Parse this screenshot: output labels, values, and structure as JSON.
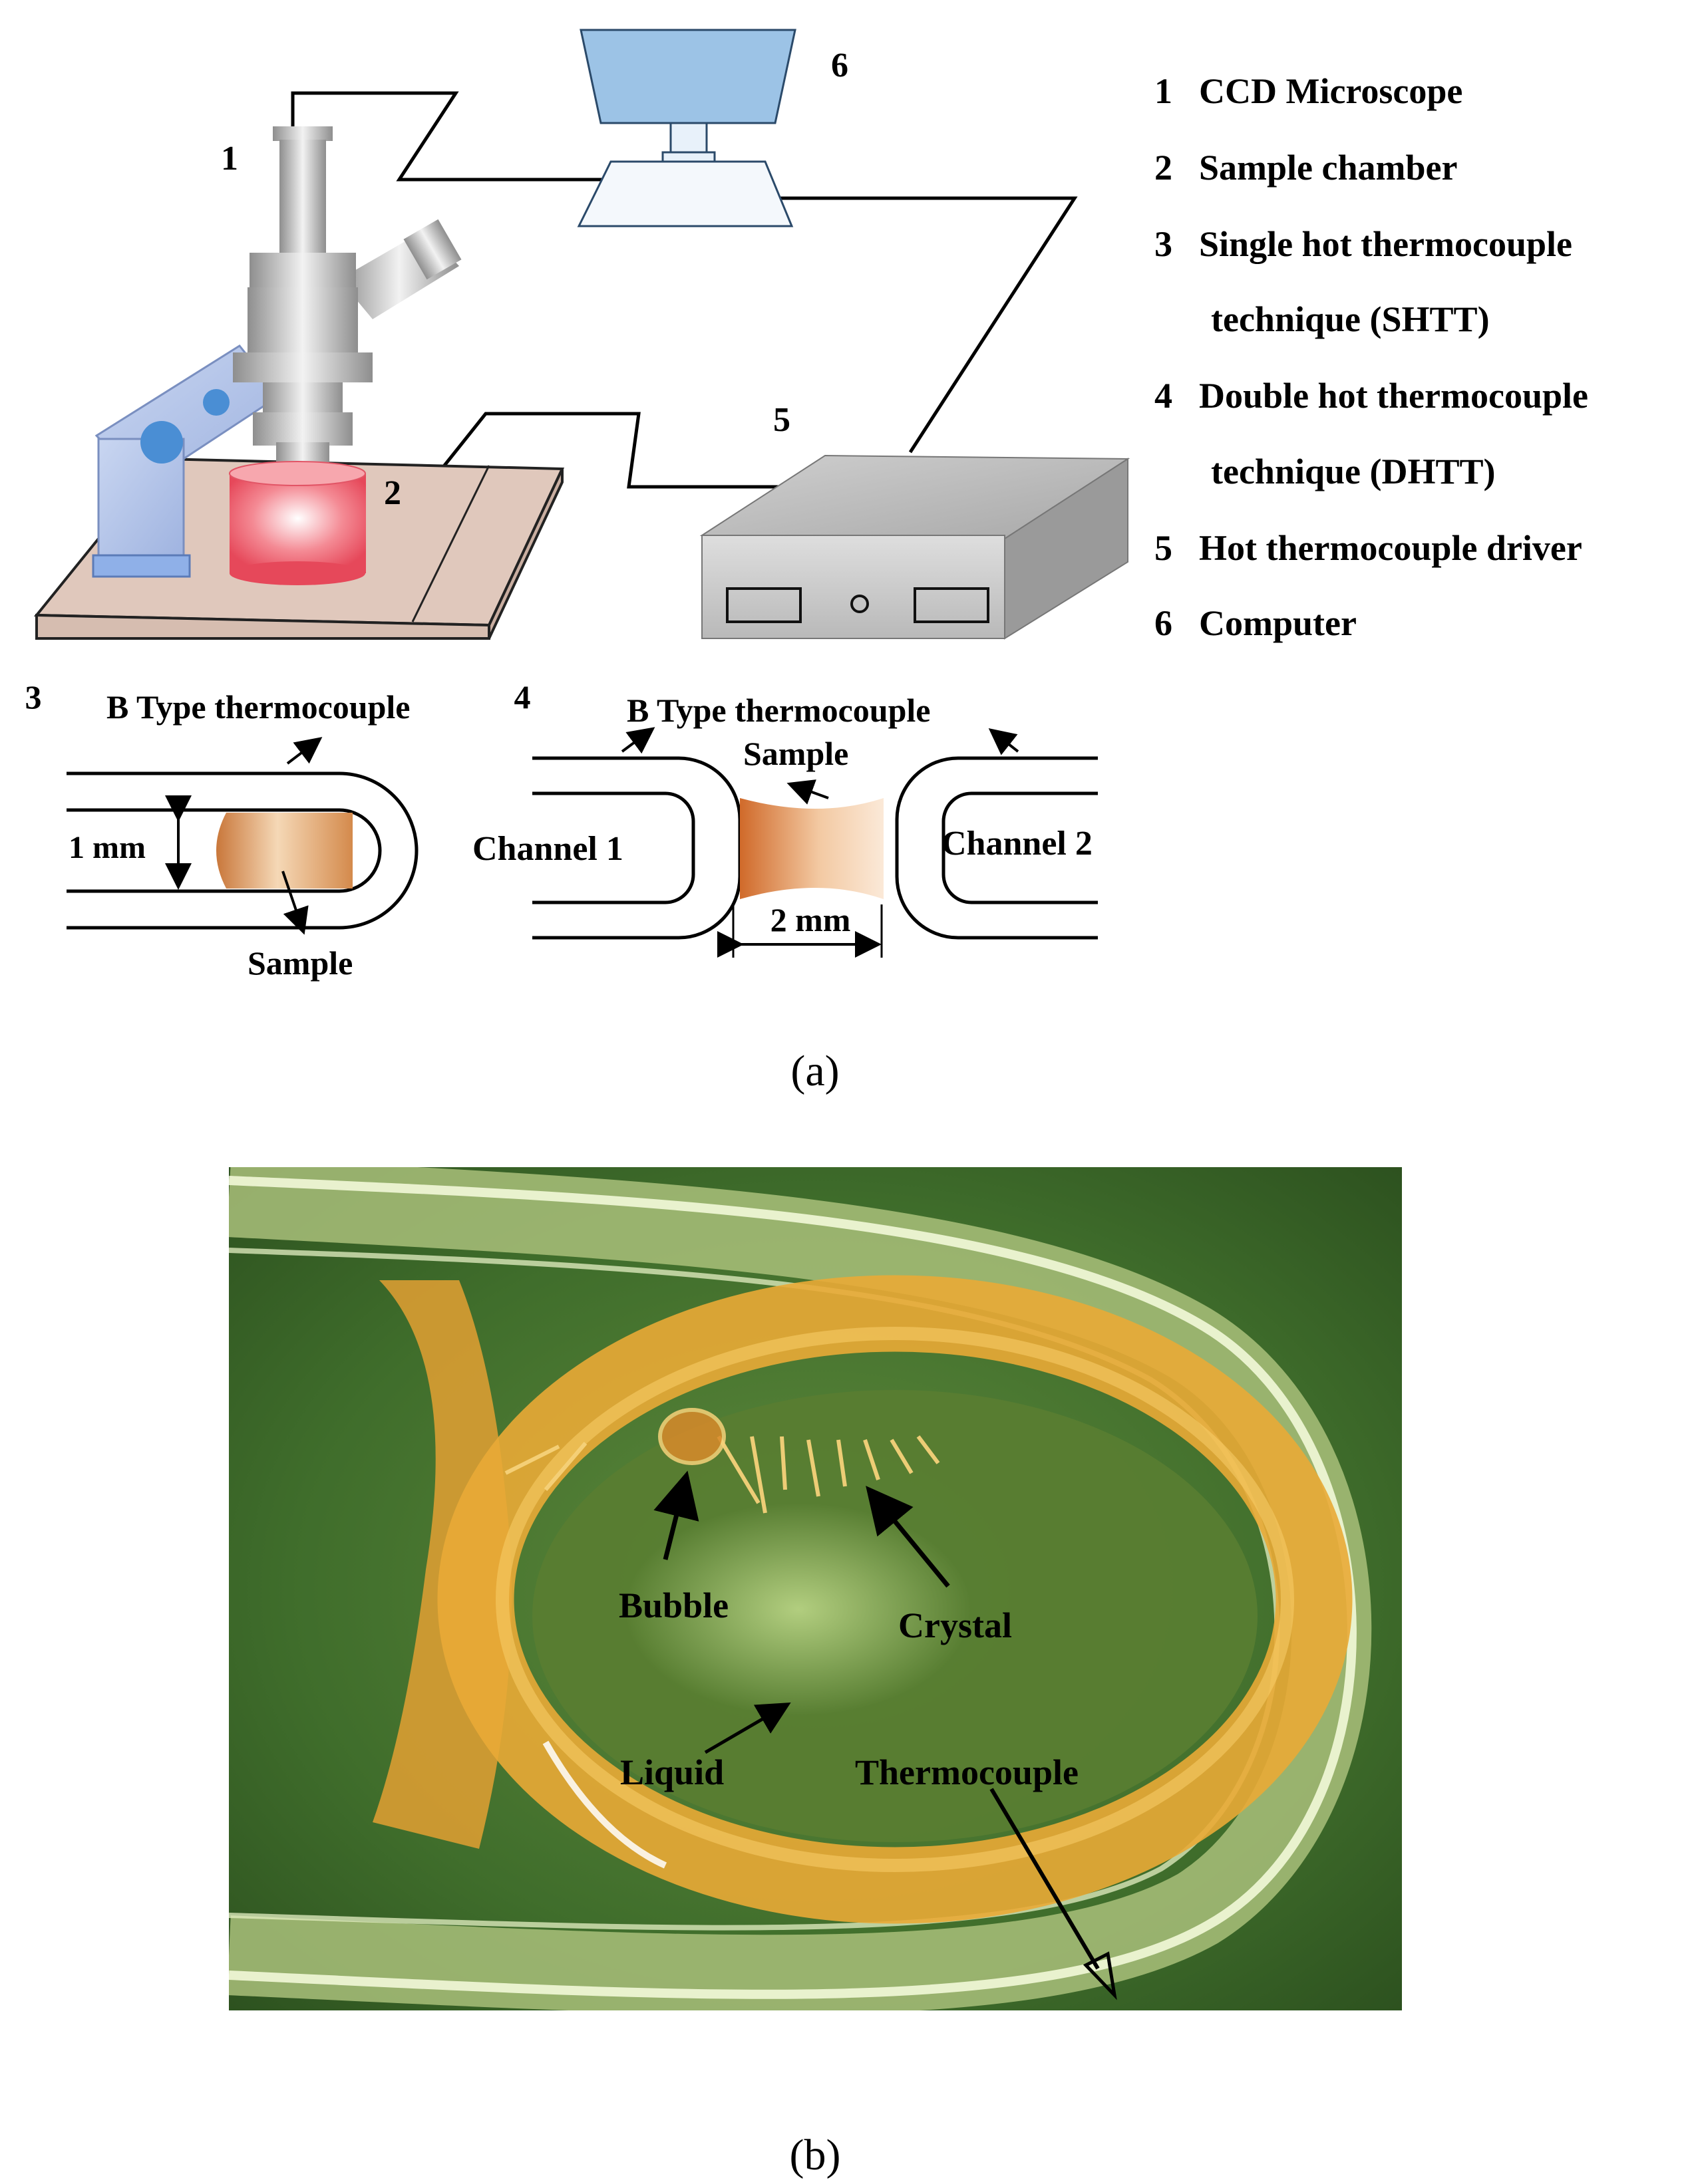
{
  "diagram": {
    "component_numbers": [
      "1",
      "2",
      "5",
      "6"
    ],
    "legend": [
      {
        "num": "1",
        "text": "CCD Microscope"
      },
      {
        "num": "2",
        "text": "Sample chamber"
      },
      {
        "num": "3",
        "text": "Single hot thermocouple"
      },
      {
        "num": "",
        "text": "technique (SHTT)"
      },
      {
        "num": "4",
        "text": "Double hot thermocouple"
      },
      {
        "num": "",
        "text": "technique (DHTT)"
      },
      {
        "num": "5",
        "text": "Hot thermocouple driver"
      },
      {
        "num": "6",
        "text": "Computer"
      }
    ],
    "shtt": {
      "number": "3",
      "thermocouple_label": "B Type thermocouple",
      "dimension_label": "1 mm",
      "sample_label": "Sample"
    },
    "dhtt": {
      "number": "4",
      "thermocouple_label": "B Type thermocouple",
      "sample_label": "Sample",
      "channel1_label": "Channel 1",
      "channel2_label": "Channel 2",
      "dimension_label": "2 mm"
    },
    "caption_a": "(a)",
    "caption_b": "(b)"
  },
  "photo": {
    "labels": {
      "bubble": "Bubble",
      "crystal": "Crystal",
      "liquid": "Liquid",
      "thermocouple": "Thermocouple"
    }
  },
  "colors": {
    "monitor": "#9cc3e6",
    "microscope_arm": "#b4c8ec",
    "platform": "#e0c8bc",
    "chamber": "#f06b78",
    "sample": "#d4894a",
    "photo_bg": "#3e6e2a",
    "photo_ring": "#e9aa36"
  }
}
